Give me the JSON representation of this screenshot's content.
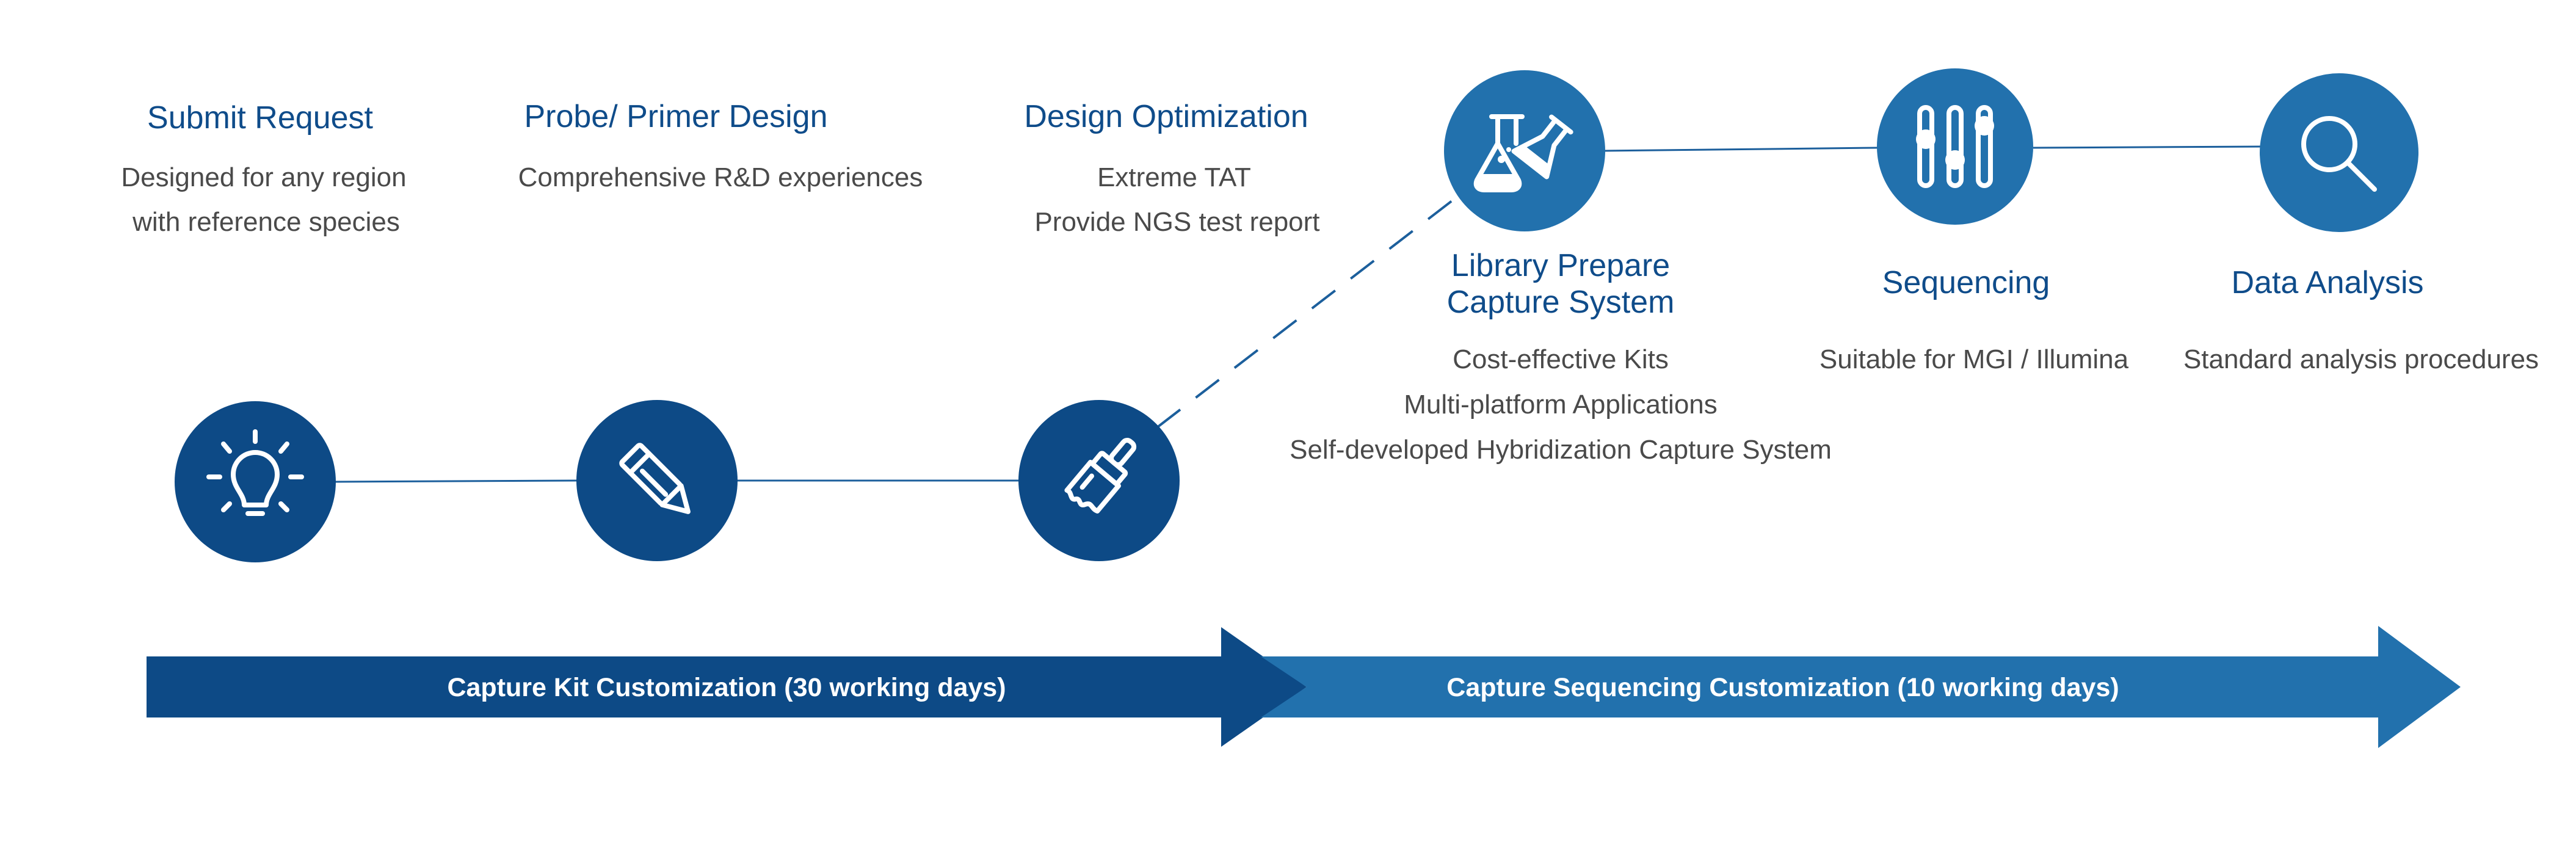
{
  "steps": [
    {
      "title": "Submit Request",
      "desc": [
        "Designed for any region",
        "with reference species"
      ],
      "icon": "lightbulb-icon"
    },
    {
      "title": "Probe/ Primer Design",
      "desc": [
        "Comprehensive R&D experiences"
      ],
      "icon": "pencil-icon"
    },
    {
      "title": "Design Optimization",
      "desc": [
        "Extreme TAT",
        "Provide NGS test report"
      ],
      "icon": "paintbrush-icon"
    },
    {
      "title": [
        "Library Prepare",
        "Capture System"
      ],
      "desc": [
        "Cost-effective Kits",
        "Multi-platform Applications",
        "Self-developed Hybridization Capture System"
      ],
      "icon": "flask-icon"
    },
    {
      "title": "Sequencing",
      "desc": [
        "Suitable for MGI / Illumina"
      ],
      "icon": "sliders-icon"
    },
    {
      "title": "Data Analysis",
      "desc": [
        "Standard analysis procedures"
      ],
      "icon": "magnifier-icon"
    }
  ],
  "phases": [
    {
      "label": "Capture Kit Customization (30 working days)",
      "color": "#0d4a86"
    },
    {
      "label": "Capture Sequencing Customization (10 working days)",
      "color": "#2271ad"
    }
  ],
  "colors": {
    "dark_blue": "#0d4a86",
    "light_blue": "#2271ad",
    "title_blue": "#0f4c8a",
    "text_gray": "#4a4a4a"
  }
}
